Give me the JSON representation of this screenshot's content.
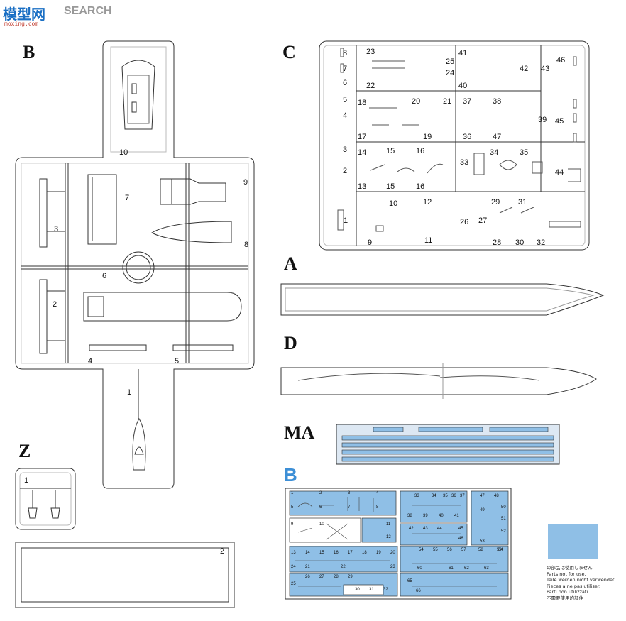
{
  "watermark": {
    "cn": "模型网",
    "en": "SEARCH",
    "url": "moxing.com"
  },
  "sprues": {
    "B": {
      "label": "B",
      "parts": [
        "10",
        "7",
        "9",
        "3",
        "8",
        "6",
        "2",
        "4",
        "5",
        "1"
      ]
    },
    "C": {
      "label": "C",
      "parts": [
        "8",
        "7",
        "6",
        "5",
        "4",
        "3",
        "2",
        "1",
        "23",
        "22",
        "25",
        "24",
        "41",
        "40",
        "42",
        "43",
        "46",
        "18",
        "20",
        "21",
        "37",
        "38",
        "39",
        "45",
        "17",
        "19",
        "36",
        "47",
        "14",
        "15",
        "16",
        "33",
        "34",
        "35",
        "44",
        "13",
        "15",
        "16",
        "10",
        "12",
        "9",
        "11",
        "29",
        "31",
        "26",
        "27",
        "28",
        "30",
        "32"
      ]
    },
    "A": {
      "label": "A"
    },
    "D": {
      "label": "D"
    },
    "MA": {
      "label": "MA"
    },
    "Z": {
      "label": "Z",
      "parts": [
        "1"
      ]
    },
    "Z2": {
      "parts": [
        "2"
      ]
    }
  },
  "inset": {
    "label": "B",
    "numbers": [
      "1",
      "2",
      "3",
      "4",
      "5",
      "6",
      "7",
      "8",
      "9",
      "10",
      "11",
      "12",
      "13",
      "14",
      "15",
      "16",
      "17",
      "18",
      "19",
      "20",
      "21",
      "22",
      "23",
      "24",
      "25",
      "26",
      "27",
      "28",
      "29",
      "30",
      "31",
      "32",
      "33",
      "34",
      "35",
      "36",
      "37",
      "38",
      "39",
      "40",
      "41",
      "42",
      "43",
      "44",
      "45",
      "46",
      "47",
      "48",
      "49",
      "50",
      "51",
      "52",
      "53",
      "54",
      "55",
      "56",
      "57",
      "58",
      "59",
      "60",
      "61",
      "62",
      "63",
      "64",
      "65",
      "66"
    ]
  },
  "legend": {
    "swatch_color": "#8fbfe6",
    "lines": [
      "の部品は使用しません",
      "Parts not for use.",
      "Teile werden nicht verwendet.",
      "Pieces a ne pas utiliser.",
      "Parti non utilizzati.",
      "不需要使用的部件"
    ]
  },
  "colors": {
    "line": "#333333",
    "blue": "#8fbfe6",
    "watermark_blue": "#1a6fc4",
    "watermark_red": "#c0392b"
  }
}
